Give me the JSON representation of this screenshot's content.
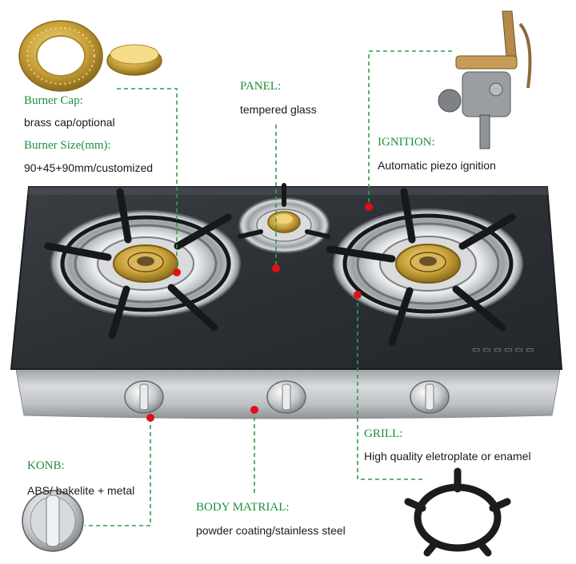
{
  "annotations": {
    "burner_cap": {
      "title": "Burner Cap:",
      "text": "brass cap/optional"
    },
    "burner_size": {
      "title": "Burner Size(mm):",
      "text": "90+45+90mm/customized"
    },
    "panel": {
      "title": "PANEL:",
      "text": "tempered glass"
    },
    "ignition": {
      "title": "IGNITION:",
      "text": "Automatic piezo ignition"
    },
    "grill": {
      "title": "GRILL:",
      "text": "High quality eletroplate or enamel"
    },
    "knob": {
      "title": "KONB:",
      "text": "ABS/ bakelite + metal"
    },
    "body": {
      "title": "BODY MATRIAL:",
      "text": "powder coating/stainless steel"
    }
  },
  "colors": {
    "label_green": "#1e8f3a",
    "leader_line": "#2e9e4a",
    "marker_red": "#e0101a",
    "glass_panel": "#2e3236",
    "steel_body": "#b9bcbf",
    "brass": "#c9a23a"
  }
}
